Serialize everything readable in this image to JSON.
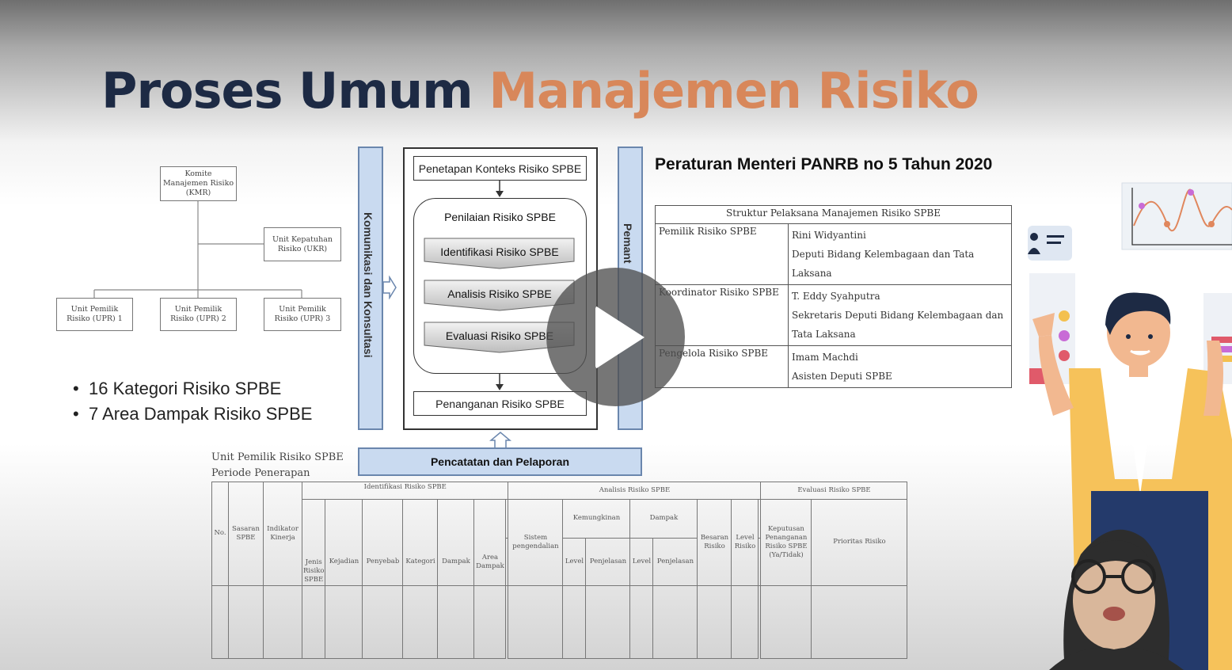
{
  "slide": {
    "title_part1": "Proses Umum",
    "title_part2": "Manajemen Risiko",
    "accent_color": "#d8875a",
    "title_color": "#1d2a44"
  },
  "org_chart": {
    "kmr": "Komite\nManajemen Risiko\n(KMR)",
    "ukr": "Unit Kepatuhan\nRisiko (UKR)",
    "upr": [
      "Unit Pemilik\nRisiko (UPR) 1",
      "Unit Pemilik\nRisiko (UPR) 2",
      "Unit Pemilik\nRisiko (UPR) 3"
    ]
  },
  "bullets": [
    "16 Kategori Risiko SPBE",
    "7 Area Dampak Risiko SPBE"
  ],
  "process": {
    "left_bar": "Komunikasi dan Konsultasi",
    "right_bar": "Pemant",
    "context": "Penetapan Konteks Risiko SPBE",
    "assessment": "Penilaian Risiko SPBE",
    "steps": [
      "Identifikasi Risiko SPBE",
      "Analisis Risiko SPBE",
      "Evaluasi Risiko SPBE"
    ],
    "treatment": "Penanganan Risiko SPBE",
    "recording": "Pencatatan dan Pelaporan"
  },
  "regulation": {
    "heading": "Peraturan Menteri PANRB no 5 Tahun 2020",
    "table_title": "Struktur Pelaksana Manajemen Risiko SPBE",
    "rows": [
      {
        "role": "Pemilik Risiko SPBE",
        "lines": [
          "Rini Widyantini",
          "Deputi Bidang Kelembagaan dan Tata",
          "Laksana"
        ]
      },
      {
        "role": "Koordinator Risiko SPBE",
        "lines": [
          "T. Eddy Syahputra",
          "Sekretaris Deputi Bidang Kelembagaan dan",
          "Tata Laksana"
        ]
      },
      {
        "role": "Pengelola Risiko SPBE",
        "lines": [
          "Imam Machdi",
          "Asisten Deputi SPBE"
        ]
      }
    ]
  },
  "risk_register": {
    "unit_label": "Unit Pemilik Risiko SPBE",
    "periode_label": "Periode Penerapan",
    "groups": {
      "identifikasi": "Identifikasi Risiko SPBE",
      "analisis": "Analisis Risiko SPBE",
      "evaluasi": "Evaluasi Risiko SPBE"
    },
    "cols": {
      "no": "No.",
      "sasaran": "Sasaran SPBE",
      "indikator": "Indikator Kinerja",
      "jenis": "Jenis Risiko SPBE",
      "kejadian": "Kejadian",
      "penyebab": "Penyebab",
      "kategori": "Kategori",
      "dampak": "Dampak",
      "area": "Area Dampak",
      "sistem": "Sistem pengendalian",
      "kemungkinan": "Kemungkinan",
      "dampak_grp": "Dampak",
      "level1": "Level",
      "penjelasan1": "Penjelasan",
      "level2": "Level",
      "penjelasan2": "Penjelasan",
      "besaran": "Besaran Risiko",
      "level_risiko": "Level Risiko",
      "keputusan": "Keputusan Penanganan Risiko SPBE (Ya/Tidak)",
      "prioritas": "Prioritas Risiko"
    }
  },
  "video": {
    "play_icon": "play-icon"
  }
}
